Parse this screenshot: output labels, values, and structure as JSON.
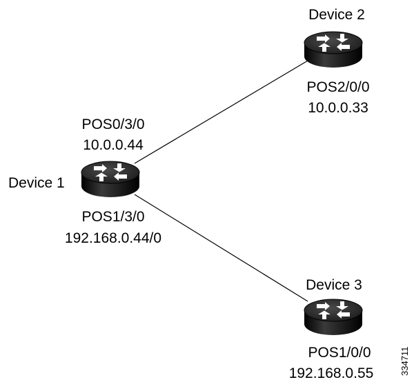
{
  "devices": [
    {
      "name": "Device 1",
      "interfaces": [
        {
          "name": "POS0/3/0",
          "address": "10.0.0.44"
        },
        {
          "name": "POS1/3/0",
          "address": "192.168.0.44/0"
        }
      ]
    },
    {
      "name": "Device 2",
      "interfaces": [
        {
          "name": "POS2/0/0",
          "address": "10.0.0.33"
        }
      ]
    },
    {
      "name": "Device 3",
      "interfaces": [
        {
          "name": "POS1/0/0",
          "address": "192.168.0.55"
        }
      ]
    }
  ],
  "links": [
    {
      "from": "Device 1",
      "to": "Device 2"
    },
    {
      "from": "Device 1",
      "to": "Device 3"
    }
  ],
  "figure_id": "334711",
  "colors": {
    "router_top": "#2b2b2b",
    "router_side": "#111111",
    "arrow": "#ffffff",
    "line": "#000000"
  },
  "icon": "router-icon"
}
